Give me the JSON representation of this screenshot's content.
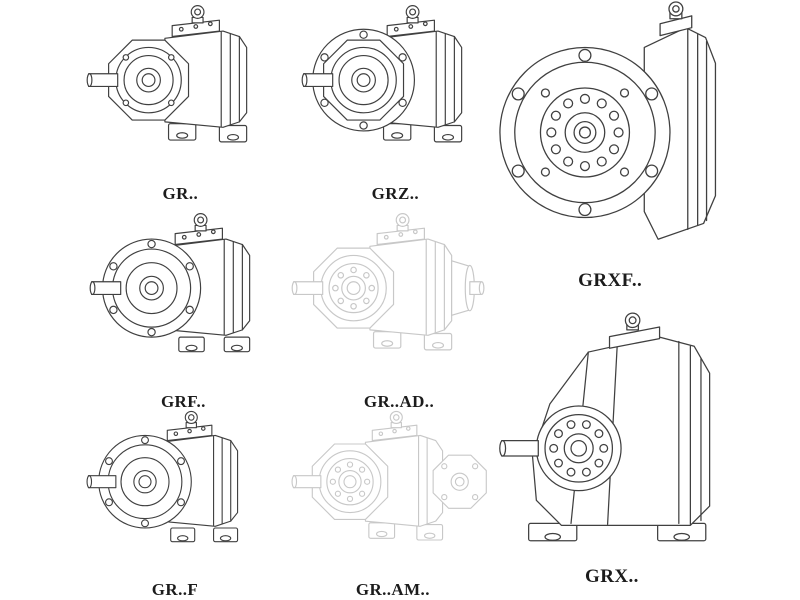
{
  "page": {
    "background": "#ffffff"
  },
  "colors": {
    "line": "#404040",
    "ghost_line": "#c8c8c8",
    "label_text": "#1c1c1c"
  },
  "items": [
    {
      "id": "gr",
      "label": "GR..",
      "style": "solid"
    },
    {
      "id": "grz",
      "label": "GRZ..",
      "style": "solid"
    },
    {
      "id": "grxf",
      "label": "GRXF..",
      "style": "solid"
    },
    {
      "id": "grf",
      "label": "GRF..",
      "style": "solid"
    },
    {
      "id": "gr-ad",
      "label": "GR..AD..",
      "style": "ghost"
    },
    {
      "id": "gr-f",
      "label": "GR..F",
      "style": "solid"
    },
    {
      "id": "gr-am",
      "label": "GR..AM..",
      "style": "ghost"
    },
    {
      "id": "grx",
      "label": "GRX..",
      "style": "solid"
    }
  ]
}
